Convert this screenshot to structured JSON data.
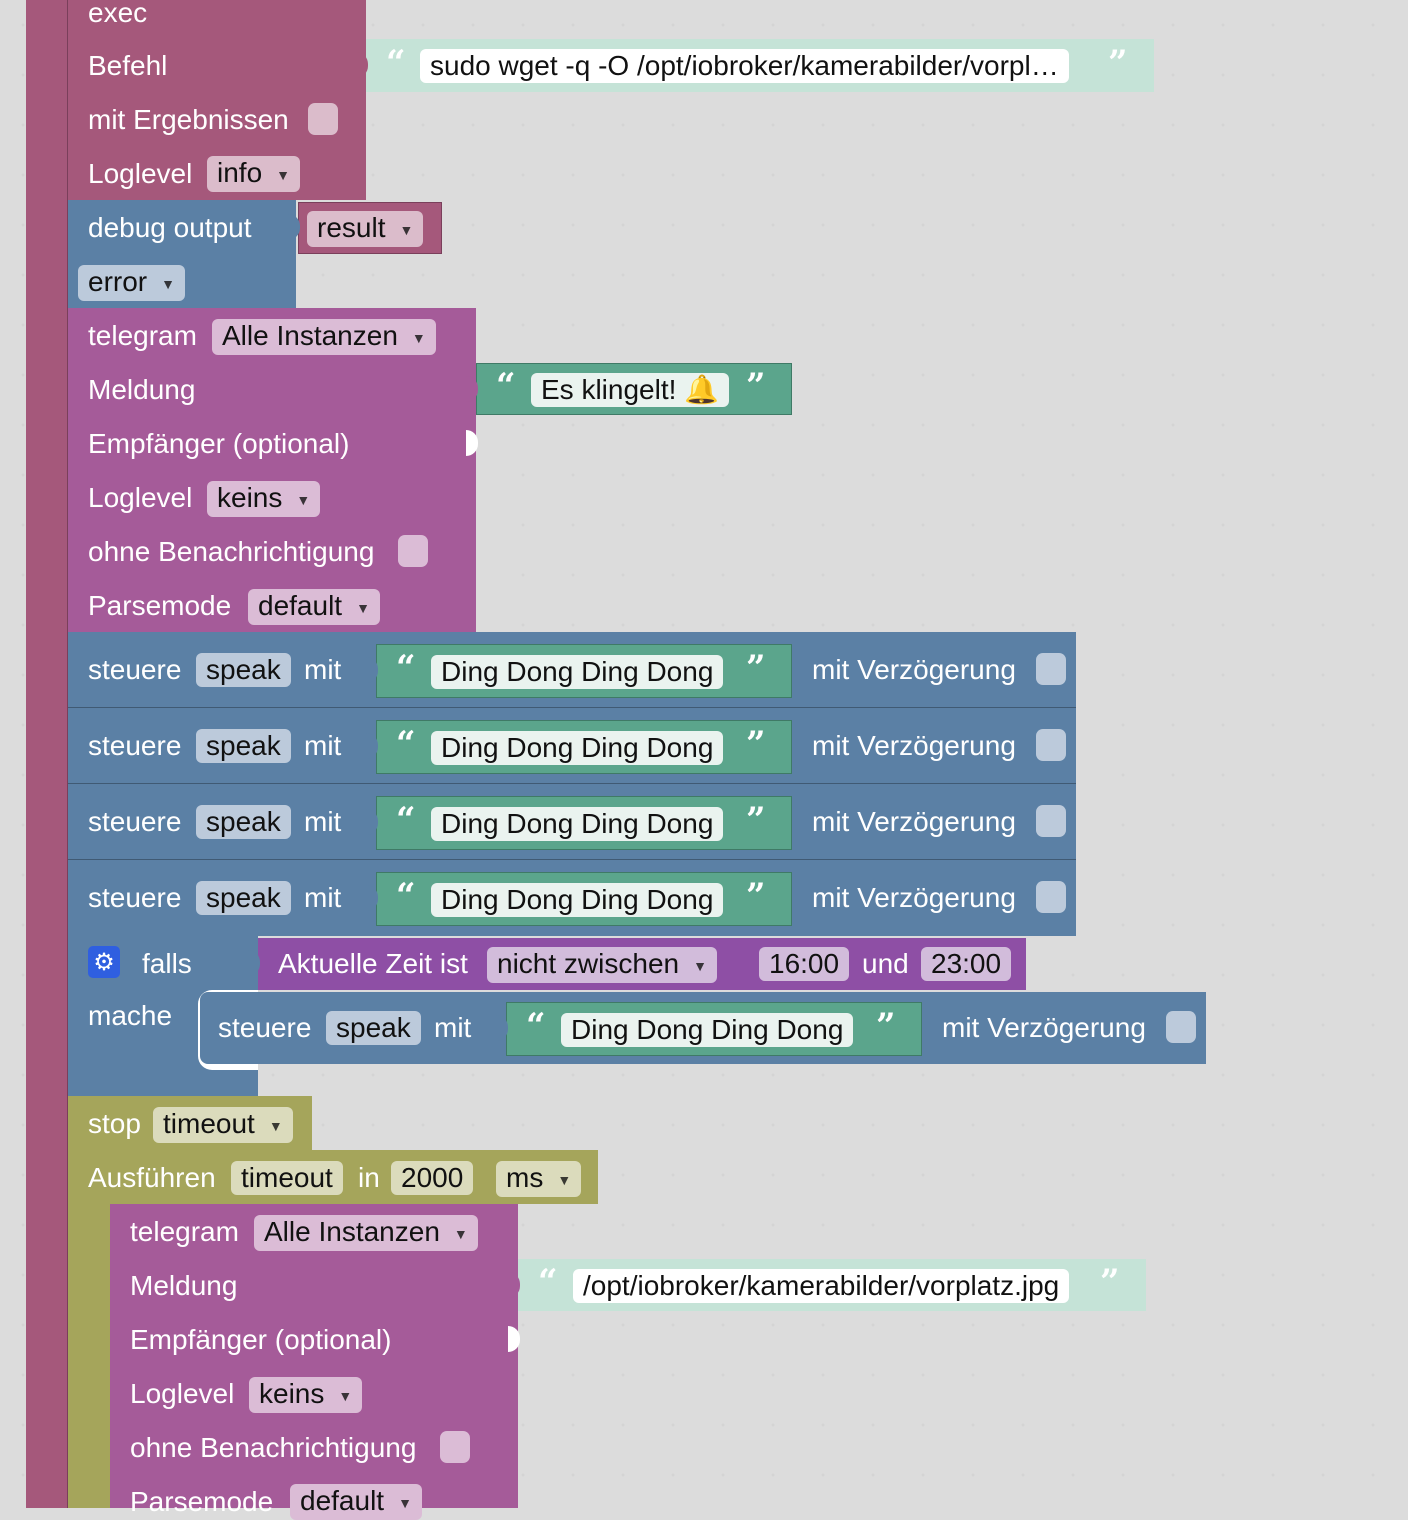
{
  "colors": {
    "exec": "#a5587b",
    "debug": "#5b80a5",
    "telegram": "#a55b99",
    "text_light": "#c5e3d7",
    "text_dark": "#5ba58c",
    "control": "#5b80a5",
    "time": "#8e4fa5",
    "timeout": "#a5a55b"
  },
  "exec": {
    "header_label": "exec",
    "befehl_label": "Befehl",
    "command_value": "sudo wget -q -O /opt/iobroker/kamerabilder/vorpl…",
    "results_label": "mit Ergebnissen",
    "loglevel_label": "Loglevel",
    "loglevel_value": "info"
  },
  "debug": {
    "label": "debug output",
    "variable": "result",
    "level": "error"
  },
  "telegram1": {
    "label": "telegram",
    "instance": "Alle Instanzen",
    "message_label": "Meldung",
    "message_value": "Es klingelt! 🔔",
    "recipient_label": "Empfänger (optional)",
    "loglevel_label": "Loglevel",
    "loglevel_value": "keins",
    "silent_label": "ohne Benachrichtigung",
    "parsemode_label": "Parsemode",
    "parsemode_value": "default"
  },
  "steuere": {
    "label": "steuere",
    "target": "speak",
    "with_label": "mit",
    "text": "Ding Dong Ding Dong",
    "delay_label": "mit Verzögerung"
  },
  "if_block": {
    "if_label": "falls",
    "do_label": "mache",
    "gear_icon": "gear-icon",
    "time_label": "Aktuelle Zeit ist",
    "operator": "nicht zwischen",
    "start_time": "16:00",
    "and_label": "und",
    "end_time": "23:00"
  },
  "stop": {
    "label": "stop",
    "name": "timeout"
  },
  "run": {
    "label": "Ausführen",
    "name": "timeout",
    "in_label": "in",
    "value": "2000",
    "unit": "ms"
  },
  "telegram2": {
    "label": "telegram",
    "instance": "Alle Instanzen",
    "message_label": "Meldung",
    "message_value": "/opt/iobroker/kamerabilder/vorplatz.jpg",
    "recipient_label": "Empfänger (optional)",
    "loglevel_label": "Loglevel",
    "loglevel_value": "keins",
    "silent_label": "ohne Benachrichtigung",
    "parsemode_label": "Parsemode",
    "parsemode_value": "default"
  }
}
